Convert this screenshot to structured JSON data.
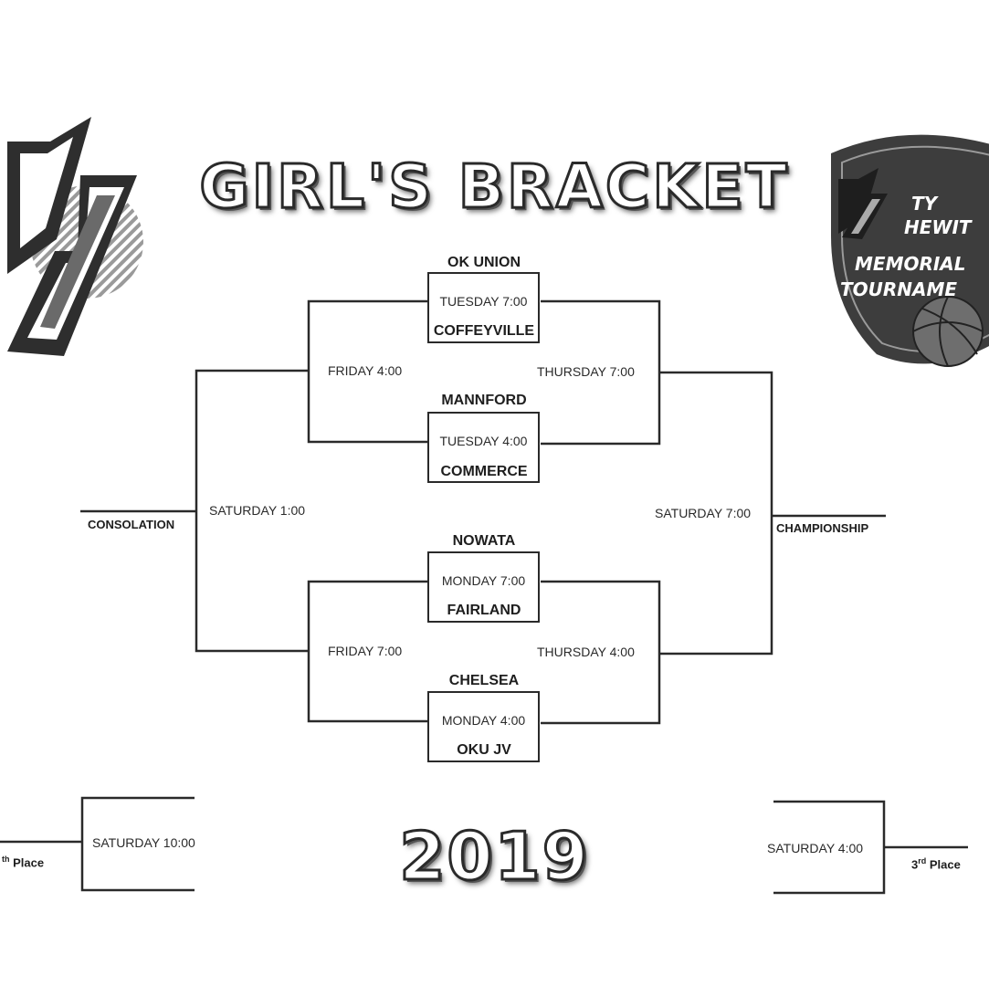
{
  "title": "GIRL'S BRACKET",
  "year": "2019",
  "logo_right": {
    "line1": "TY",
    "line2": "HEWIT",
    "line3": "MEMORIAL",
    "line4": "TOURNAME"
  },
  "first_round": [
    {
      "top_team": "OK UNION",
      "time": "TUESDAY  7:00",
      "bottom_team": "COFFEYVILLE"
    },
    {
      "top_team": "MANNFORD",
      "time": "TUESDAY  4:00",
      "bottom_team": "COMMERCE"
    },
    {
      "top_team": "NOWATA",
      "time": "MONDAY 7:00",
      "bottom_team": "FAIRLAND"
    },
    {
      "top_team": "CHELSEA",
      "time": "MONDAY  4:00",
      "bottom_team": "OKU JV"
    }
  ],
  "consolation_side": {
    "semis": [
      "FRIDAY 4:00",
      "FRIDAY 7:00"
    ],
    "final_time": "SATURDAY  1:00",
    "final_label": "CONSOLATION"
  },
  "championship_side": {
    "semis": [
      "THURSDAY  7:00",
      "THURSDAY  4:00"
    ],
    "final_time": "SATURDAY  7:00",
    "final_label": "CHAMPIONSHIP"
  },
  "placement_games": {
    "left": {
      "time": "SATURDAY  10:00",
      "label_sup": "th",
      "label": " Place"
    },
    "right": {
      "time": "SATURDAY  4:00",
      "label_prefix": "3",
      "label_sup": "rd",
      "label": " Place"
    }
  },
  "colors": {
    "line": "#2a2a2a",
    "logo_dark": "#3a3a3a",
    "logo_mid": "#8a8a8a"
  }
}
